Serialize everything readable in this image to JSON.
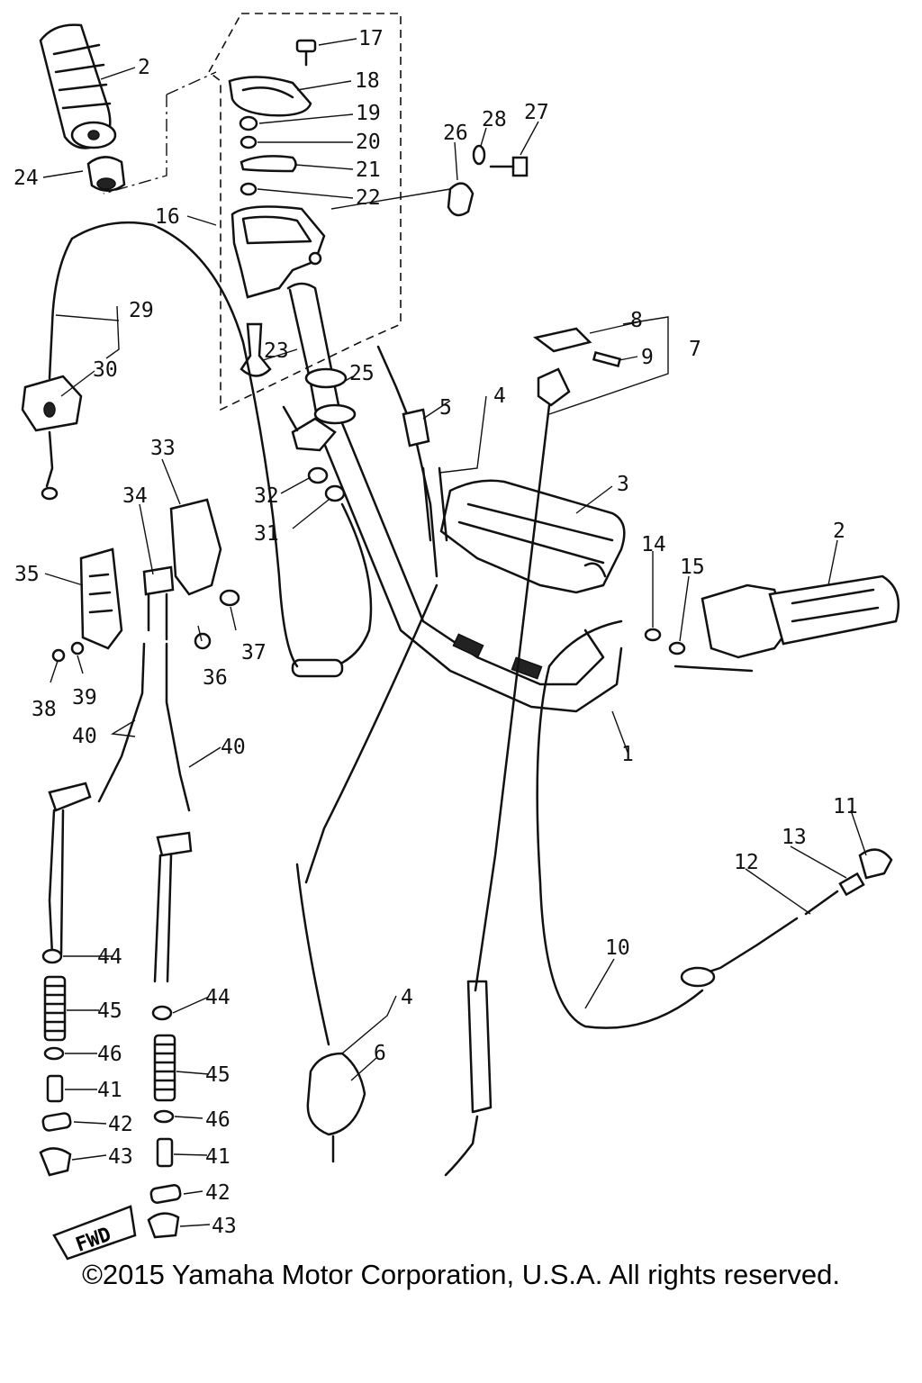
{
  "callouts": [
    "1",
    "2",
    "3",
    "4",
    "5",
    "6",
    "7",
    "8",
    "9",
    "10",
    "11",
    "12",
    "13",
    "14",
    "15",
    "16",
    "17",
    "18",
    "19",
    "20",
    "21",
    "22",
    "23",
    "24",
    "25",
    "26",
    "27",
    "28",
    "29",
    "30",
    "31",
    "32",
    "33",
    "34",
    "35",
    "36",
    "37",
    "38",
    "39",
    "40",
    "41",
    "42",
    "43",
    "44",
    "45",
    "46"
  ],
  "fwd_label": "FWD",
  "copyright": "©2015 Yamaha Motor Corporation, U.S.A. All rights reserved."
}
